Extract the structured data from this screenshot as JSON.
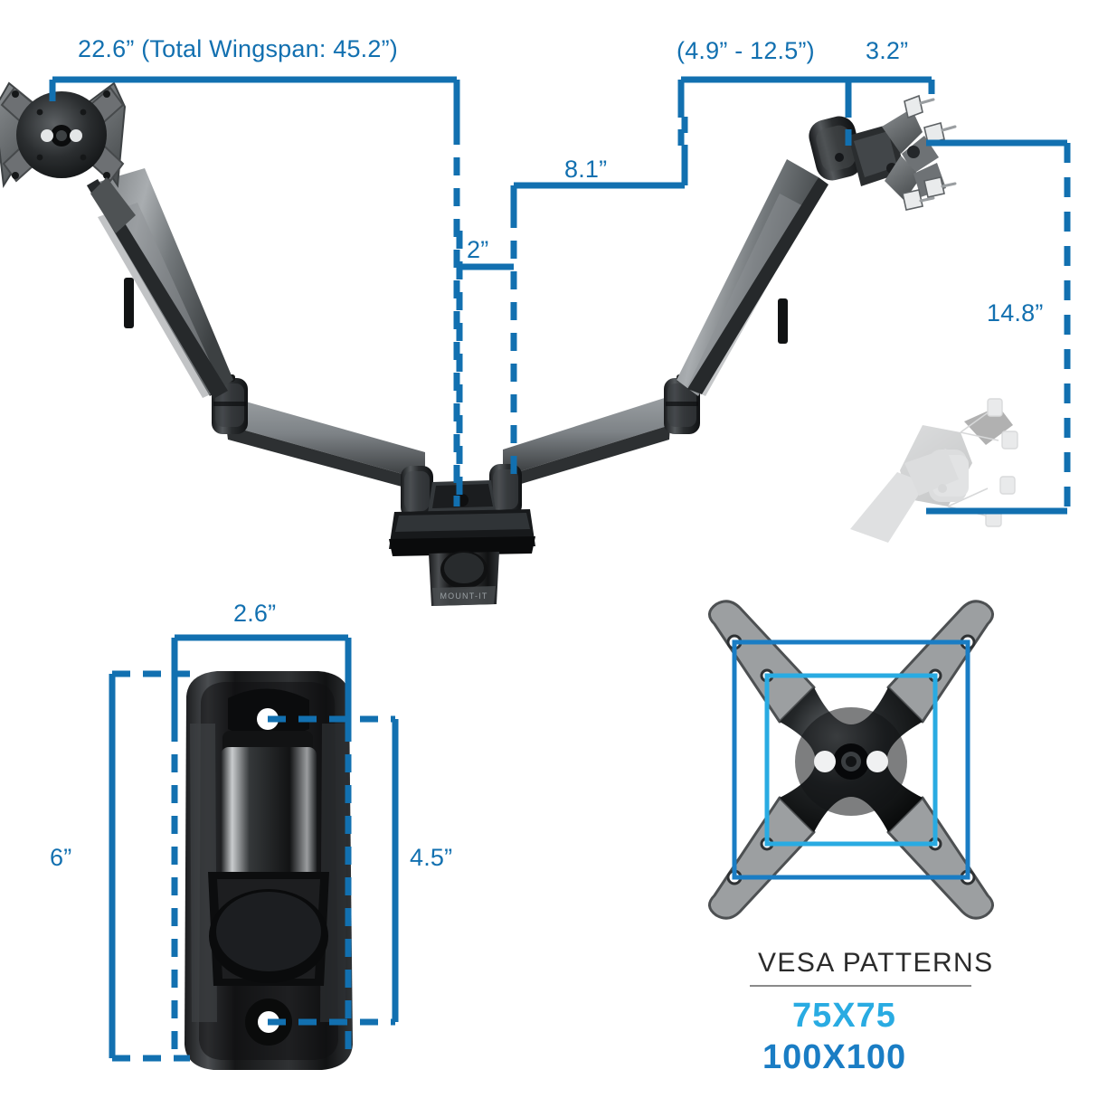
{
  "product": {
    "brand": "MOUNT-IT",
    "type": "dual-monitor-gas-spring-mount-dimension-diagram"
  },
  "accent": {
    "dimension_blue": "#1270b0",
    "vesa_75_blue": "#29abe2",
    "vesa_100_blue": "#1a7dc4",
    "arm_gray": "#8d9093",
    "arm_dark": "#1d1f21",
    "plate_gray": "#9a9a9a",
    "background": "#ffffff"
  },
  "dimensions": {
    "wingspan": "22.6” (Total Wingspan: 45.2”)",
    "extension_range": "(4.9” - 12.5”)",
    "head_depth": "3.2”",
    "reach": "8.1”",
    "base_offset": "2”",
    "height_travel": "14.8”",
    "plate_width": "2.6”",
    "plate_height": "6”",
    "hole_spacing": "4.5”"
  },
  "vesa": {
    "title": "VESA PATTERNS",
    "patterns": [
      {
        "label": "75X75",
        "color": "#29abe2"
      },
      {
        "label": "100X100",
        "color": "#1a7dc4"
      }
    ]
  },
  "views": {
    "main": "dual-arm-monitor-mount-front-view",
    "ghost": "mount-head-lowered-position-ghost",
    "wall_plate": "wall-mount-plate-front-view",
    "vesa_plate": "vesa-adapter-plate-with-pattern-overlay"
  }
}
